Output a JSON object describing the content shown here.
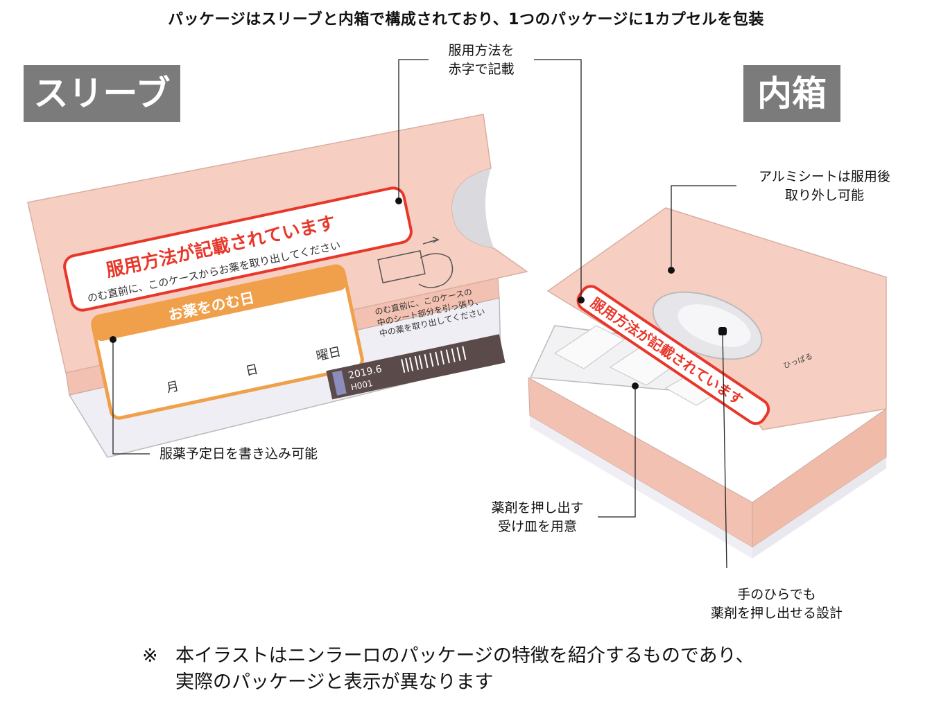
{
  "heading": "パッケージはスリーブと内箱で構成されており、1つのパッケージに1カプセルを包装",
  "labels": {
    "sleeve": "スリーブ",
    "inner_box": "内箱"
  },
  "callouts": {
    "usage_red": [
      "服用方法を",
      "赤字で記載"
    ],
    "aluminum": [
      "アルミシートは服用後",
      "取り外し可能"
    ],
    "date_write": "服薬予定日を書き込み可能",
    "tray": [
      "薬剤を押し出す",
      "受け皿を用意"
    ],
    "palm": [
      "手のひらでも",
      "薬剤を押し出せる設計"
    ]
  },
  "sleeve_print": {
    "red_title": "服用方法が記載されています",
    "red_sub": "のむ直前に、このケースからお薬を取り出してください",
    "date_header": "お薬をのむ日",
    "month": "月",
    "day": "日",
    "weekday": "曜日",
    "hand_note": [
      "のむ直前に、このケースの",
      "中のシート部分を引っ張り、",
      "中の薬を取り出してください"
    ],
    "lot_date": "2019.6",
    "lot_code": "H001"
  },
  "inner_print": {
    "red_title": "服用方法が記載されています",
    "pull_mark": "ひっぱる"
  },
  "footnote": {
    "mark": "※",
    "line1": "本イラストはニンラーロのパッケージの特徴を紹介するものであり、",
    "line2": "実際のパッケージと表示が異なります"
  },
  "colors": {
    "pink": "#f7cfc2",
    "red_text": "#e8372a",
    "orange": "#f0a04a",
    "tag_gray": "#7b7b7b",
    "lot_band": "#5b4a4a"
  }
}
